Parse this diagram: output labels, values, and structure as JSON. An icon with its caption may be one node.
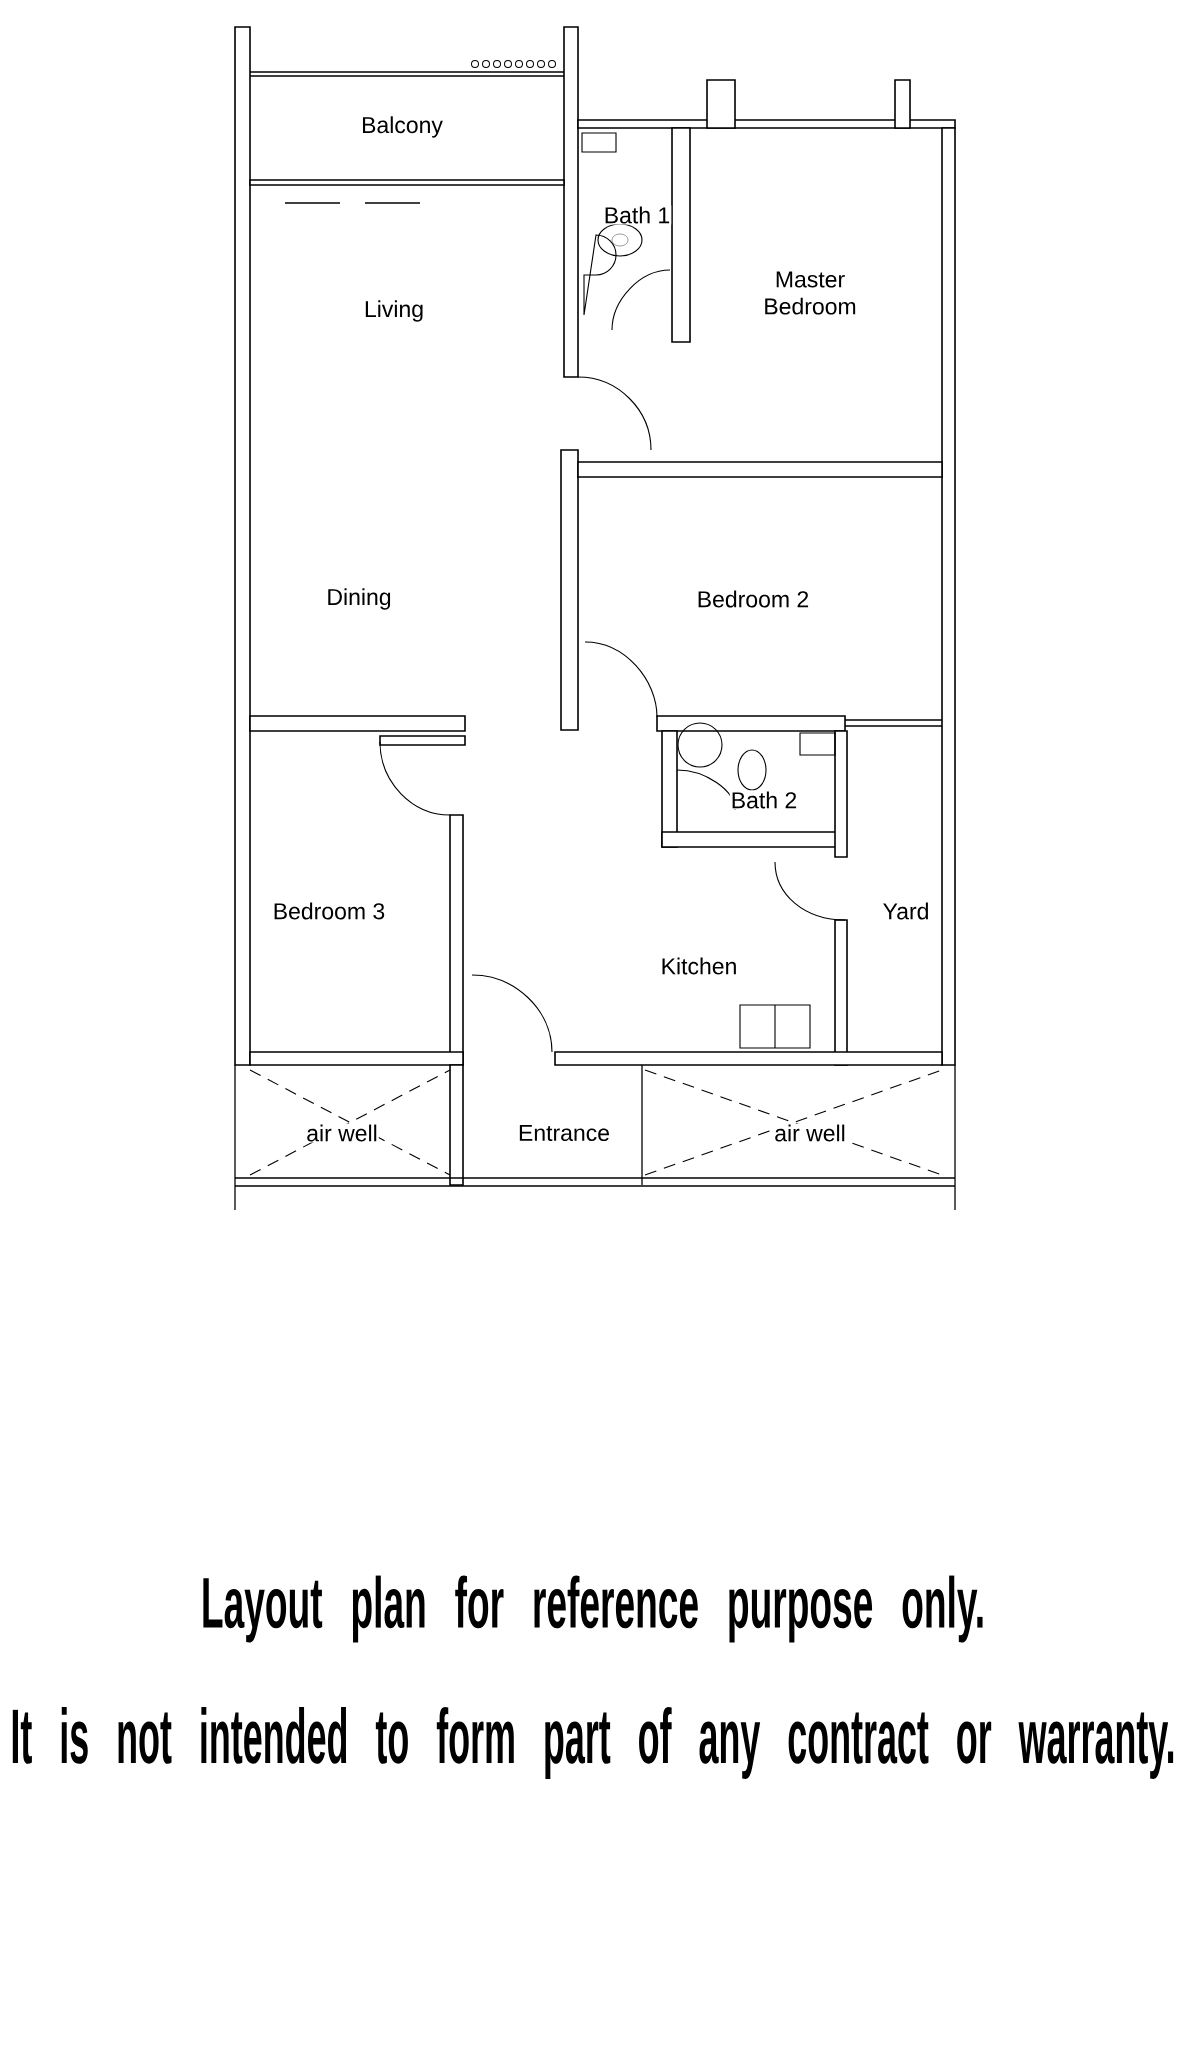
{
  "diagram": {
    "labels": [
      "Balcony",
      "Bath 1",
      "Master Bedroom",
      "Living",
      "Dining",
      "Bedroom 2",
      "Bath 2",
      "Bedroom 3",
      "Yard",
      "Kitchen",
      "air well",
      "Entrance",
      "air well",
      "Layout plan for reference purpose only.",
      "It is not intended to form part of any contract or warranty."
    ]
  }
}
